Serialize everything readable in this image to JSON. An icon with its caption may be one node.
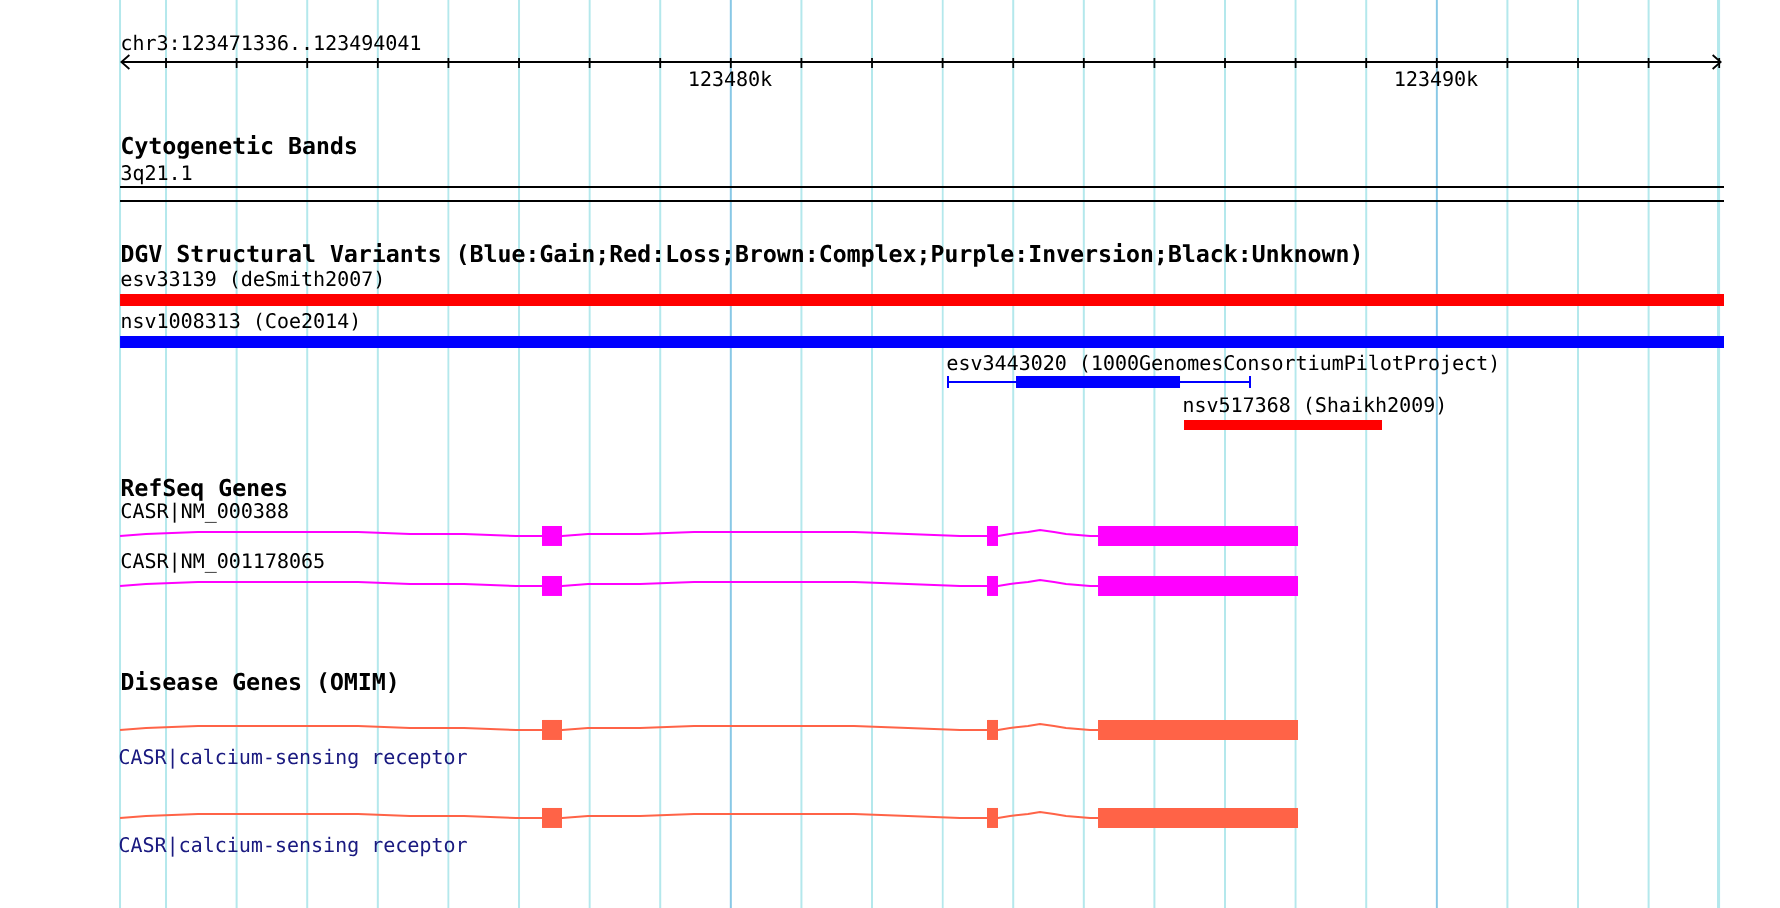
{
  "diagram": {
    "labels": [
      "chr3:123471336..123494041",
      "123480k",
      "123490k",
      "Cytogenetic Bands",
      "3q21.1",
      "DGV Structural Variants (Blue:Gain;Red:Loss;Brown:Complex;Purple:Inversion;Black:Unknown)",
      "esv33139 (deSmith2007)",
      "nsv1008313 (Coe2014)",
      "esv3443020 (1000GenomesConsortiumPilotProject)",
      "nsv517368 (Shaikh2009)",
      "RefSeq Genes",
      "CASR|NM_000388",
      "CASR|NM_001178065",
      "Disease Genes (OMIM)",
      "CASR|calcium-sensing receptor",
      "CASR|calcium-sensing receptor"
    ]
  }
}
